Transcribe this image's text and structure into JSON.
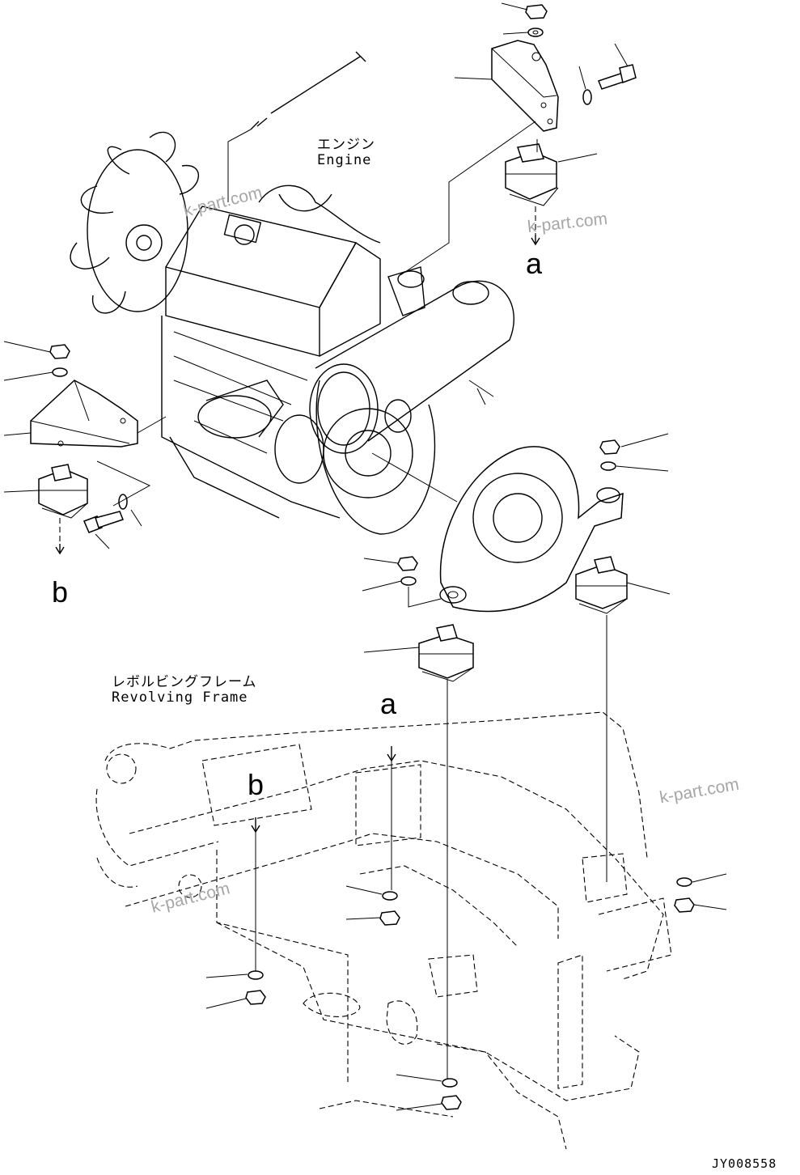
{
  "labels": {
    "engine_jp": "エンジン",
    "engine_en": "Engine",
    "frame_jp": "レボルビングフレーム",
    "frame_en": "Revolving Frame"
  },
  "callouts": {
    "a_top": "a",
    "b_left": "b",
    "a_frame": "a",
    "b_frame": "b"
  },
  "watermarks": [
    "k-part.com",
    "k-part.com",
    "k-part.com",
    "k-part.com"
  ],
  "drawing_code": "JY008558"
}
